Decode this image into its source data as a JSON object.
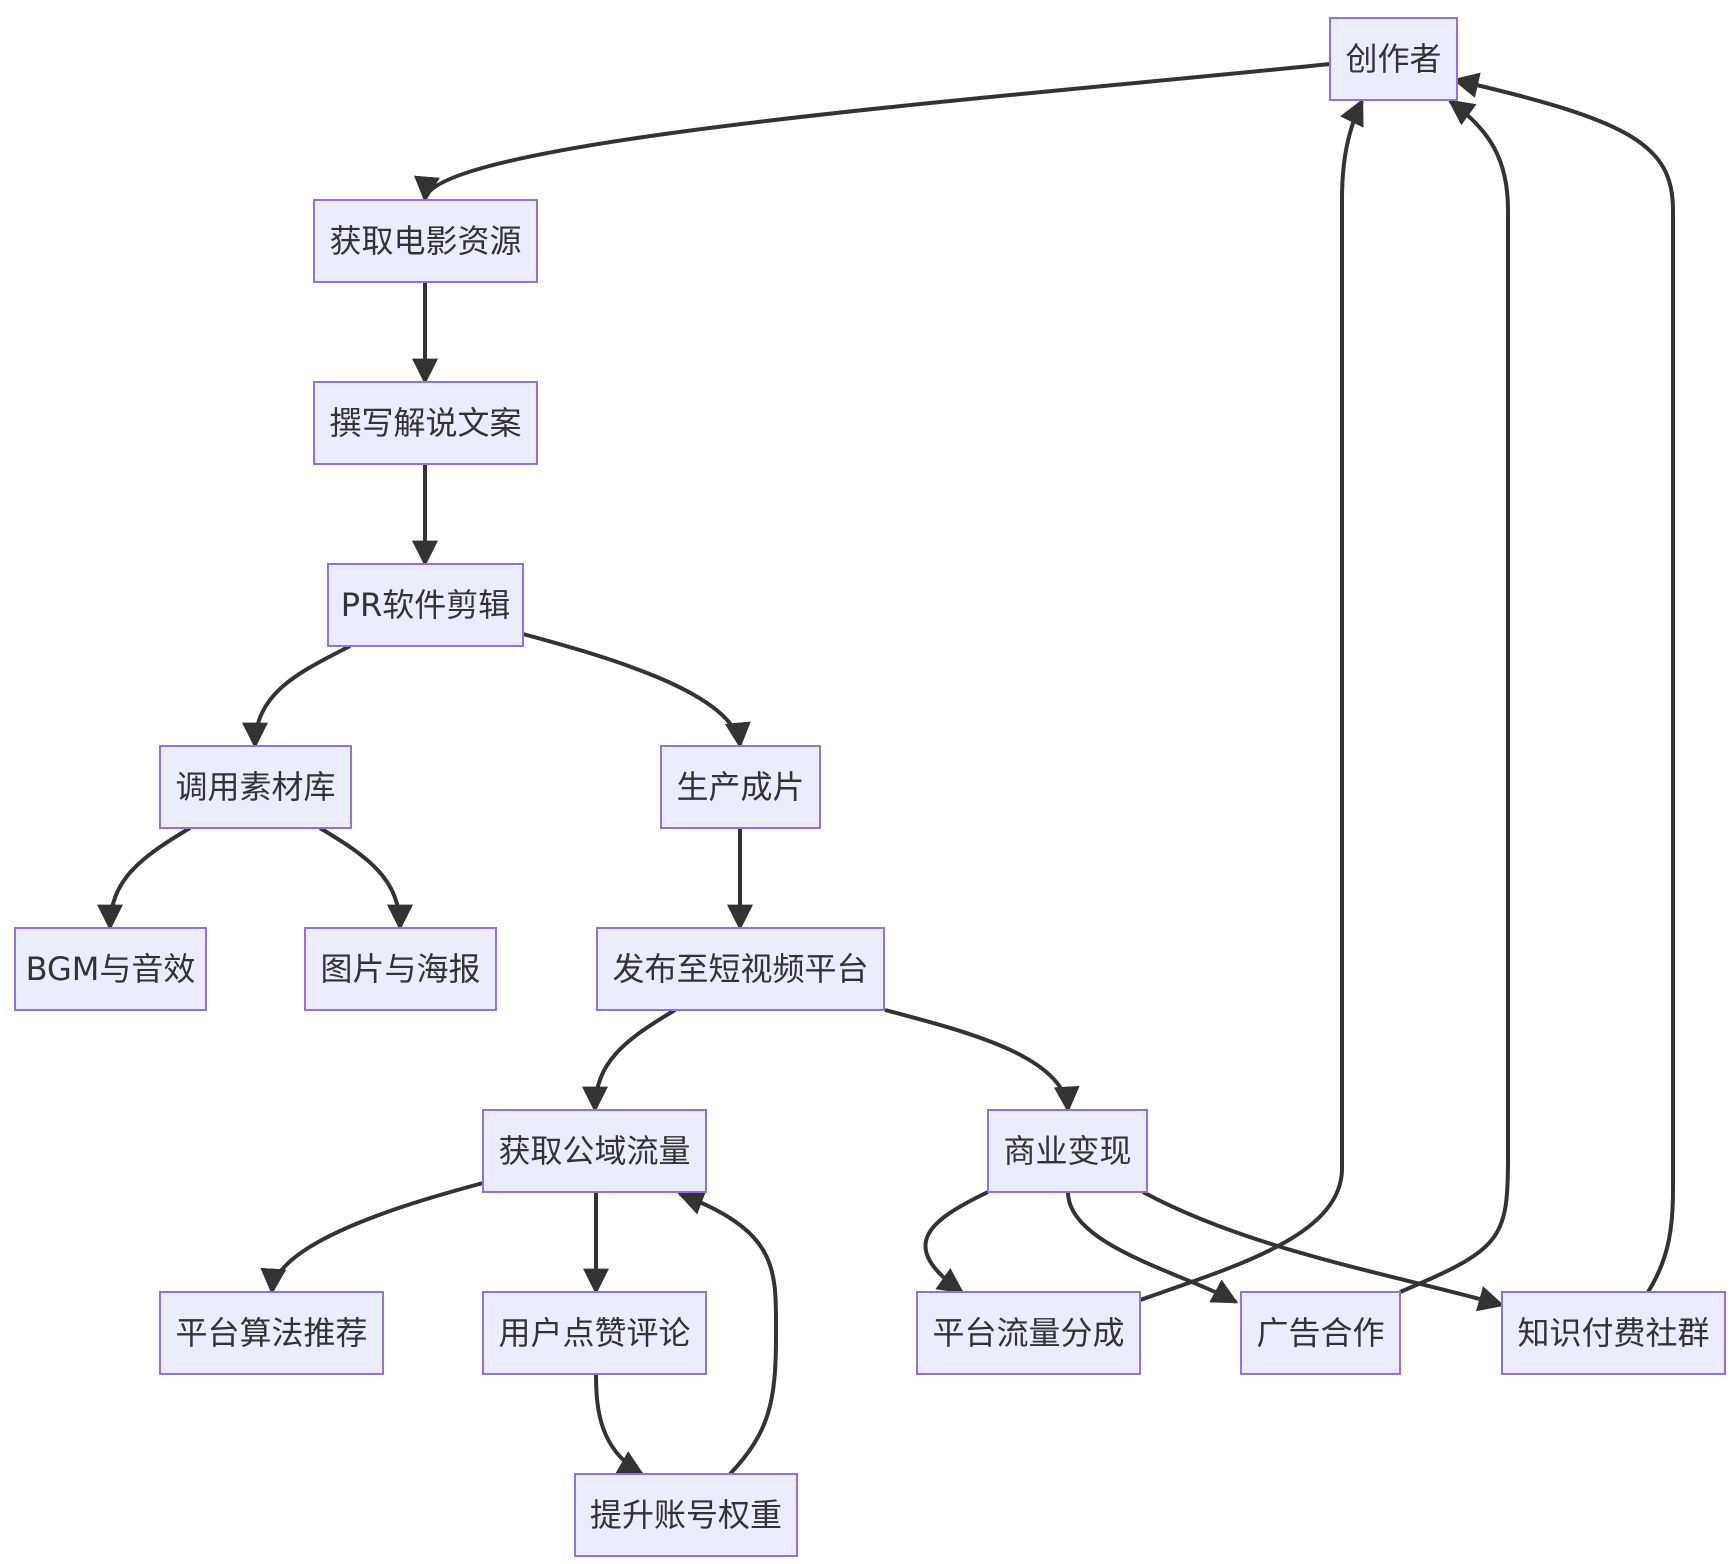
{
  "diagram": {
    "type": "flowchart",
    "nodes": [
      {
        "id": "creator",
        "label": "创作者"
      },
      {
        "id": "getmovie",
        "label": "获取电影资源"
      },
      {
        "id": "script",
        "label": "撰写解说文案"
      },
      {
        "id": "edit",
        "label": "PR软件剪辑"
      },
      {
        "id": "library",
        "label": "调用素材库"
      },
      {
        "id": "product",
        "label": "生产成片"
      },
      {
        "id": "bgm",
        "label": "BGM与音效"
      },
      {
        "id": "images",
        "label": "图片与海报"
      },
      {
        "id": "publish",
        "label": "发布至短视频平台"
      },
      {
        "id": "traffic",
        "label": "获取公域流量"
      },
      {
        "id": "monetize",
        "label": "商业变现"
      },
      {
        "id": "algo",
        "label": "平台算法推荐"
      },
      {
        "id": "likes",
        "label": "用户点赞评论"
      },
      {
        "id": "weight",
        "label": "提升账号权重"
      },
      {
        "id": "share",
        "label": "平台流量分成"
      },
      {
        "id": "ads",
        "label": "广告合作"
      },
      {
        "id": "paid",
        "label": "知识付费社群"
      }
    ],
    "edges": [
      {
        "from": "creator",
        "to": "getmovie"
      },
      {
        "from": "getmovie",
        "to": "script"
      },
      {
        "from": "script",
        "to": "edit"
      },
      {
        "from": "edit",
        "to": "library"
      },
      {
        "from": "edit",
        "to": "product"
      },
      {
        "from": "library",
        "to": "bgm"
      },
      {
        "from": "library",
        "to": "images"
      },
      {
        "from": "product",
        "to": "publish"
      },
      {
        "from": "publish",
        "to": "traffic"
      },
      {
        "from": "publish",
        "to": "monetize"
      },
      {
        "from": "traffic",
        "to": "algo"
      },
      {
        "from": "traffic",
        "to": "likes"
      },
      {
        "from": "likes",
        "to": "weight"
      },
      {
        "from": "weight",
        "to": "traffic"
      },
      {
        "from": "monetize",
        "to": "share"
      },
      {
        "from": "monetize",
        "to": "ads"
      },
      {
        "from": "monetize",
        "to": "paid"
      },
      {
        "from": "share",
        "to": "creator"
      },
      {
        "from": "ads",
        "to": "creator"
      },
      {
        "from": "paid",
        "to": "creator"
      }
    ]
  }
}
